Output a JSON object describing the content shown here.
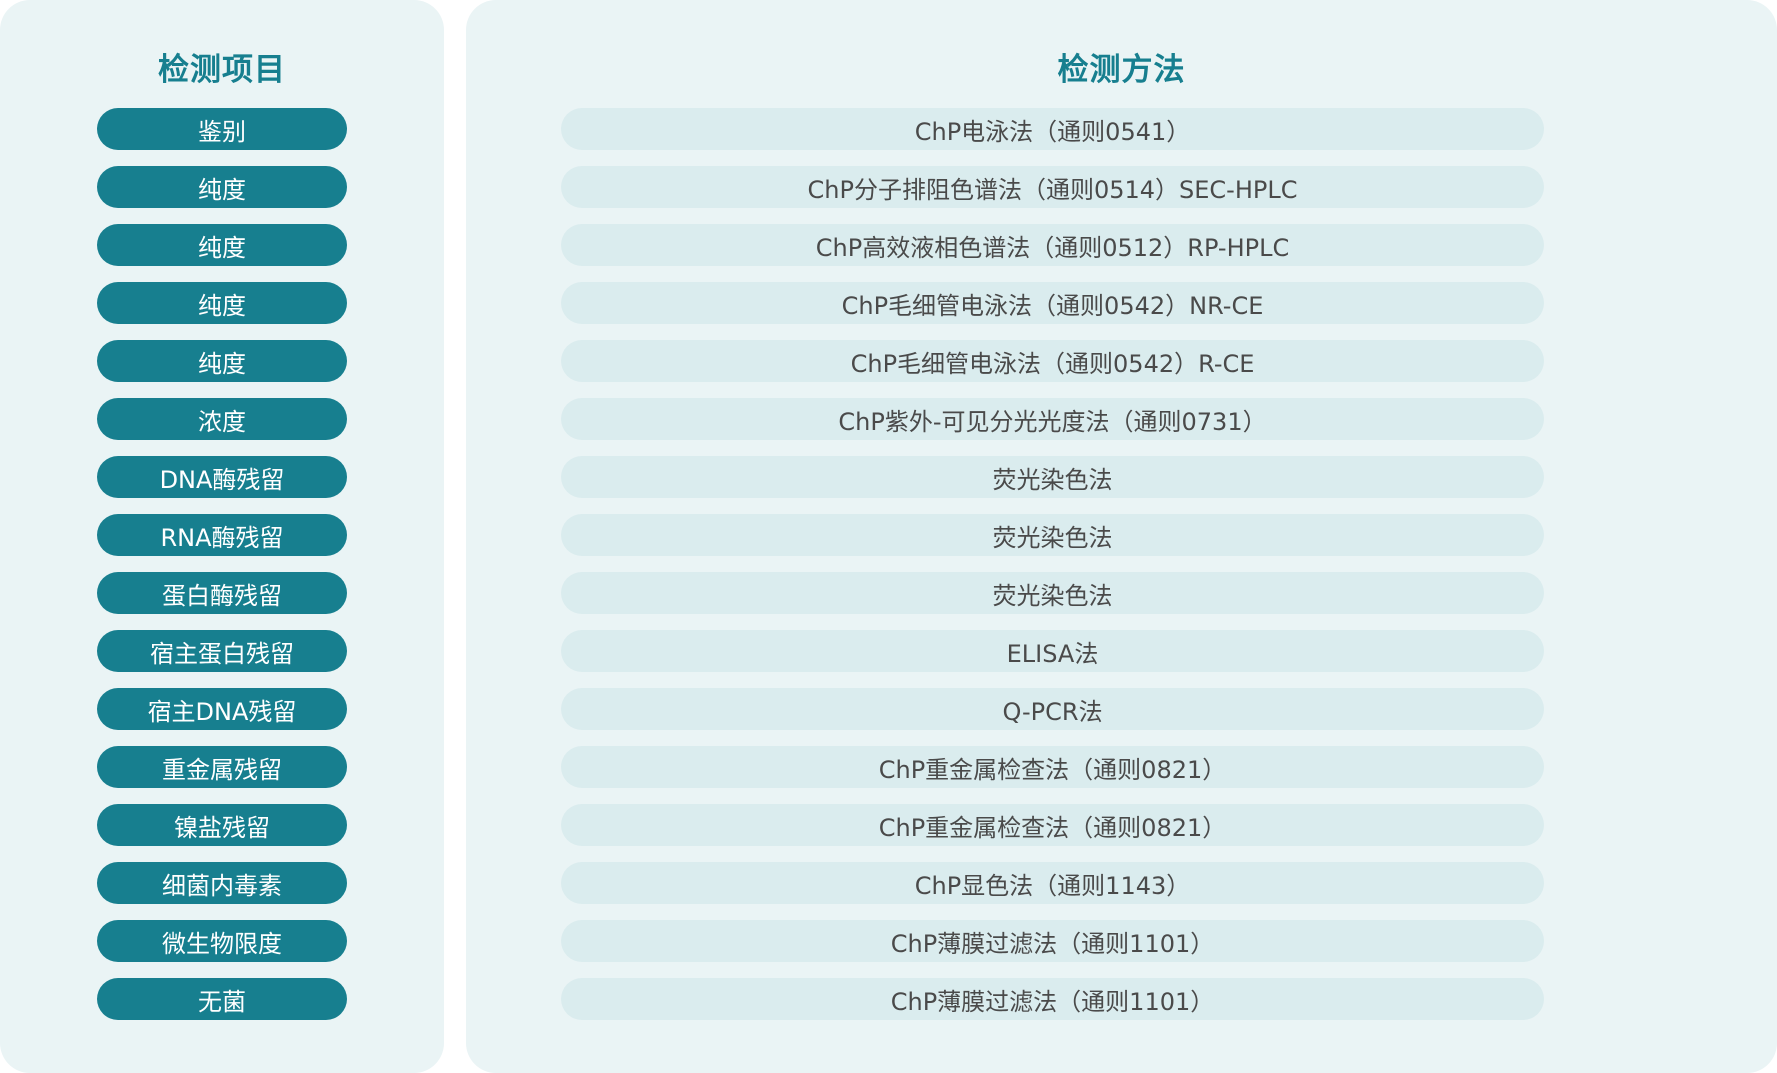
{
  "left_panel": {
    "title": "检测项目",
    "items": [
      "鉴别",
      "纯度",
      "纯度",
      "纯度",
      "纯度",
      "浓度",
      "DNA酶残留",
      "RNA酶残留",
      "蛋白酶残留",
      "宿主蛋白残留",
      "宿主DNA残留",
      "重金属残留",
      "镍盐残留",
      "细菌内毒素",
      "微生物限度",
      "无菌"
    ]
  },
  "right_panel": {
    "title": "检测方法",
    "methods": [
      "ChP电泳法（通则0541）",
      "ChP分子排阻色谱法（通则0514）SEC-HPLC",
      "ChP高效液相色谱法（通则0512）RP-HPLC",
      "ChP毛细管电泳法（通则0542）NR-CE",
      "ChP毛细管电泳法（通则0542）R-CE",
      "ChP紫外-可见分光光度法（通则0731）",
      "荧光染色法",
      "荧光染色法",
      "荧光染色法",
      "ELISA法",
      "Q-PCR法",
      "ChP重金属检查法（通则0821）",
      "ChP重金属检查法（通则0821）",
      "ChP显色法（通则1143）",
      "ChP薄膜过滤法（通则1101）",
      "ChP薄膜过滤法（通则1101）"
    ]
  },
  "colors": {
    "panel_bg": "#eaf4f5",
    "accent": "#177f8f",
    "method_pill_bg": "#daecee",
    "method_text": "#4a4a4a"
  }
}
